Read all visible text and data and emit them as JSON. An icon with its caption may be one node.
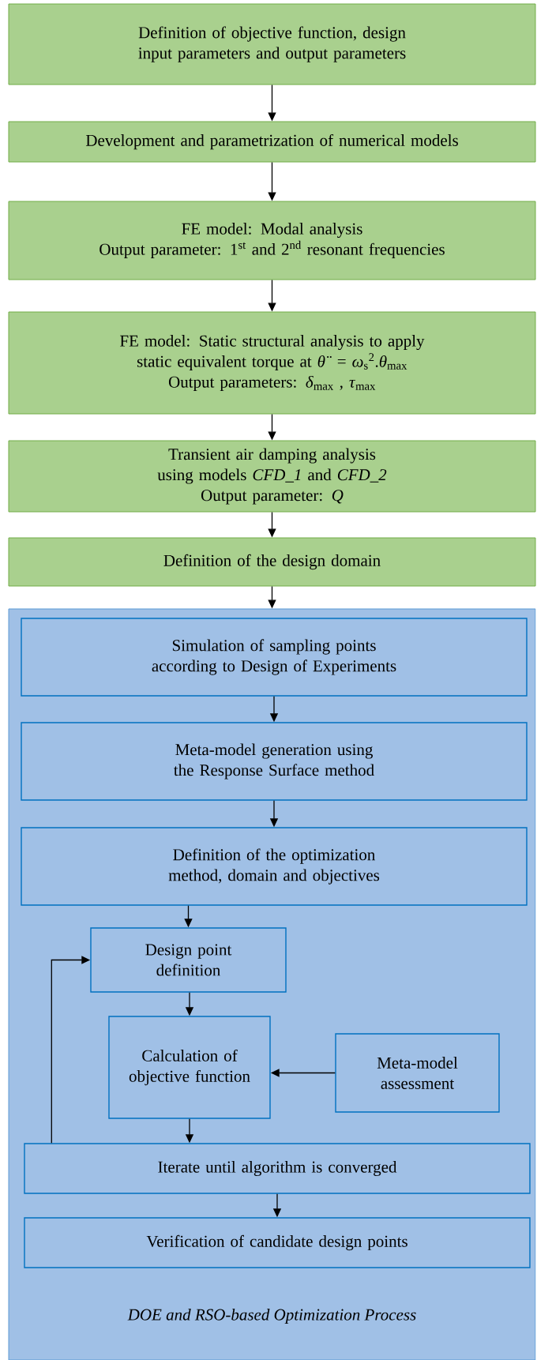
{
  "diagram": {
    "nodes": [
      {
        "text": [
          "Definition of objective function, design input parameters and output parameters"
        ]
      },
      {
        "text": [
          "Development and parametrization of numerical models"
        ]
      },
      {
        "text": [
          "FE model: Modal analysis",
          "Output parameter: 1$^{st}$ and 2$^{nd}$ resonant frequencies"
        ]
      },
      {
        "text": [
          "FE model: Static structural analysis to apply static equivalent torque at *θ̈* = *ω*$_{s}$$^{2}$.*θ*$_{max}$",
          "Output parameters: *δ*$_{max}$ , *τ*$_{max}$"
        ]
      },
      {
        "text": [
          "Transient air damping analysis using models *CFD_1* and *CFD_2*",
          "Output parameter: *Q*"
        ]
      },
      {
        "text": [
          "Definition of the design domain"
        ]
      },
      {
        "text": [
          "DOE and RSO-based Optimization Process"
        ]
      },
      {
        "text": [
          "Simulation of sampling points according to Design of Experiments"
        ],
        "in": 6
      },
      {
        "text": [
          "Meta-model generation using the Response Surface method"
        ],
        "in": 6
      },
      {
        "text": [
          "Definition of the optimization method, domain and objectives"
        ],
        "in": 6
      },
      {
        "text": [
          "Design point definition"
        ],
        "in": 6
      },
      {
        "text": [
          "Calculation of objective function"
        ],
        "in": 6
      },
      {
        "text": [
          "Meta-model assessment"
        ],
        "in": 6
      },
      {
        "text": [
          "Iterate until algorithm is converged"
        ],
        "in": 6
      },
      {
        "text": [
          "Verification of candidate design points"
        ],
        "in": 6
      }
    ],
    "edges": [
      {
        "from": 0,
        "to": 1,
        "arrow": "to"
      },
      {
        "from": 1,
        "to": 2,
        "arrow": "to"
      },
      {
        "from": 2,
        "to": 3,
        "arrow": "to"
      },
      {
        "from": 3,
        "to": 4,
        "arrow": "to"
      },
      {
        "from": 4,
        "to": 5,
        "arrow": "to"
      },
      {
        "from": 5,
        "to": 6,
        "arrow": "to"
      },
      {
        "from": 7,
        "to": 8,
        "arrow": "to"
      },
      {
        "from": 8,
        "to": 9,
        "arrow": "to"
      },
      {
        "from": 9,
        "to": 10,
        "arrow": "to"
      },
      {
        "from": 10,
        "to": 11,
        "arrow": "to"
      },
      {
        "from": 12,
        "to": 11,
        "arrow": "to"
      },
      {
        "from": 11,
        "to": 13,
        "arrow": "to"
      },
      {
        "from": 13,
        "to": 10,
        "arrow": "to"
      },
      {
        "from": 13,
        "to": 14,
        "arrow": "to"
      }
    ]
  }
}
